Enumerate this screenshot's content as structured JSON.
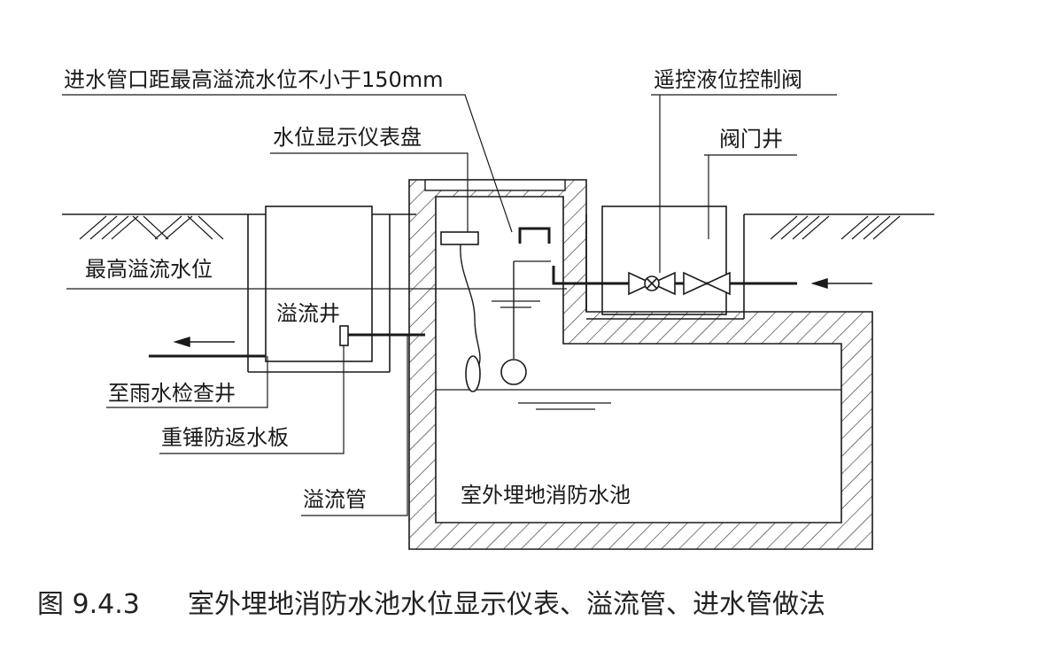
{
  "labels": {
    "inlet_distance": "进水管口距最高溢流水位不小于150mm",
    "remote_valve": "遥控液位控制阀",
    "level_gauge": "水位显示仪表盘",
    "valve_well": "阀门井",
    "max_overflow_level": "最高溢流水位",
    "overflow_well": "溢流井",
    "to_rain_well": "至雨水检查井",
    "anti_backflow": "重锤防返水板",
    "overflow_pipe": "溢流管",
    "tank": "室外埋地消防水池"
  },
  "caption": {
    "number": "图 9.4.3",
    "text": "室外埋地消防水池水位显示仪表、溢流管、进水管做法"
  },
  "colors": {
    "ink": "#1a1a1a",
    "paper": "#ffffff",
    "caption": "#222222"
  }
}
